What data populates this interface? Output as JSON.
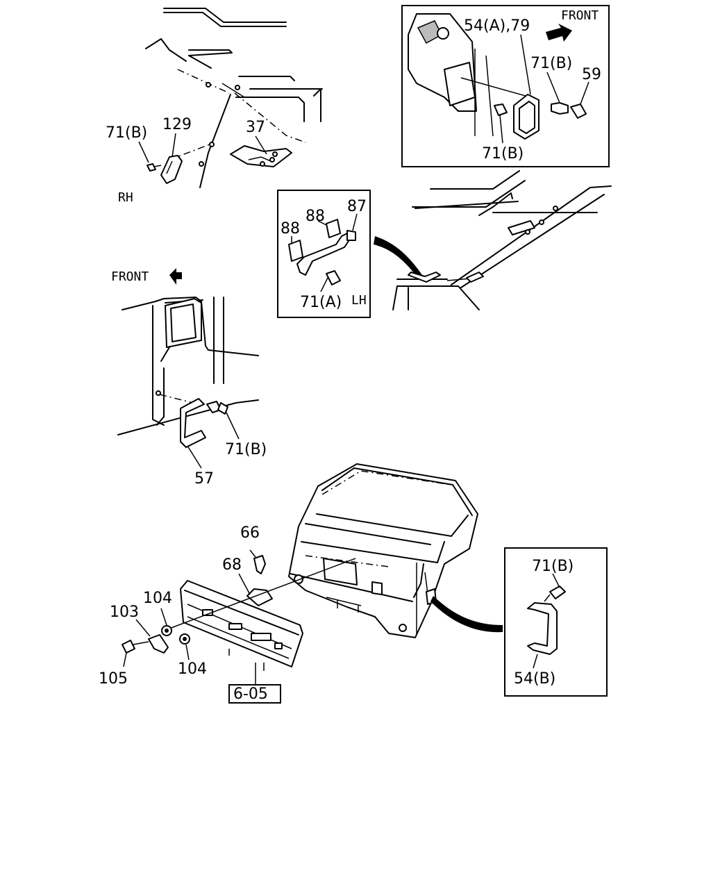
{
  "labels": {
    "top_left": {
      "part_71b": "71(B)",
      "part_129": "129",
      "part_37": "37",
      "side": "RH"
    },
    "inset_top_right": {
      "part_54a_79": "54(A),79",
      "front": "FRONT",
      "part_71b_upper": "71(B)",
      "part_59": "59",
      "part_71b_lower": "71(B)"
    },
    "inset_middle": {
      "part_88_left": "88",
      "part_88_right": "88",
      "part_87": "87",
      "part_71a": "71(A)",
      "side": "LH"
    },
    "middle_left": {
      "front": "FRONT",
      "part_71b": "71(B)",
      "part_57": "57"
    },
    "bottom_center": {
      "part_66": "66",
      "part_68": "68",
      "part_104_upper": "104",
      "part_103": "103",
      "part_105": "105",
      "part_104_lower": "104",
      "ref": "6-05"
    },
    "inset_bottom_right": {
      "part_71b": "71(B)",
      "part_54b": "54(B)"
    }
  }
}
